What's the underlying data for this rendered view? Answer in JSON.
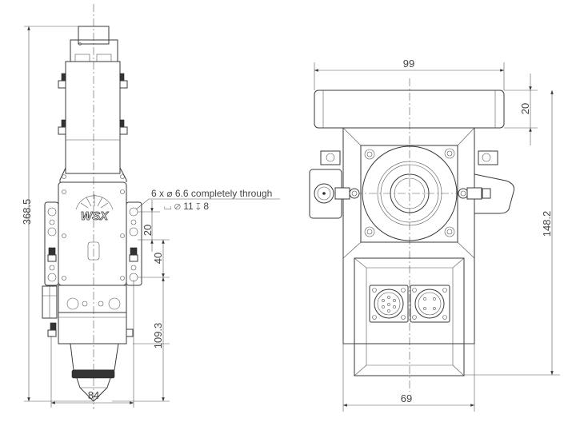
{
  "drawing": {
    "side_view": {
      "logo_text": "WSX",
      "dimensions": {
        "overall_height": "368.5",
        "width": "84",
        "hole_pitch_1": "20",
        "hole_pitch_2": "40",
        "hole_to_tip": "109.3"
      },
      "hole_note": {
        "line1": "6 x ⌀ 6.6 completely through",
        "line2": "⌴ ⌀ 11 ↧ 8"
      }
    },
    "front_view": {
      "dimensions": {
        "top_width": "99",
        "top_plate_height": "20",
        "body_height": "148.2",
        "body_width": "69"
      }
    }
  }
}
